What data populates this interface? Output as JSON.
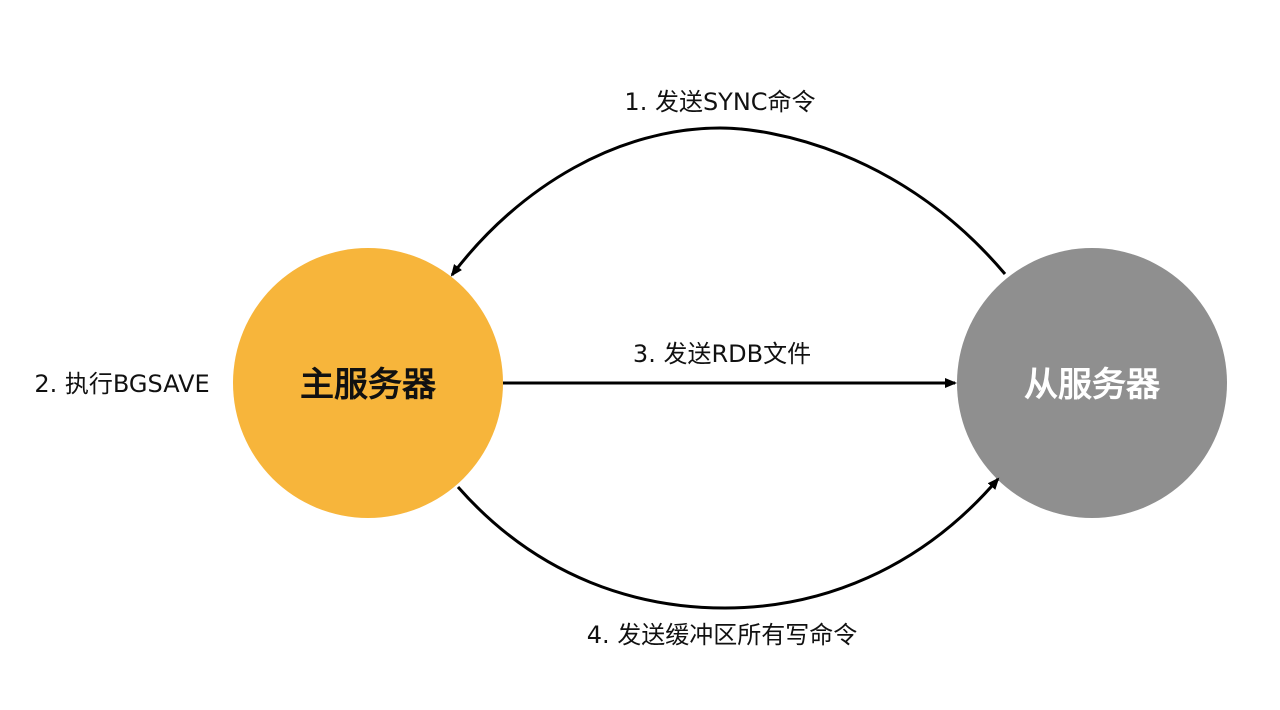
{
  "colors": {
    "master_fill": "#F7B53B",
    "slave_fill": "#8F8F8F",
    "master_text": "#111111",
    "slave_text": "#FFFFFF",
    "arrow": "#000000"
  },
  "nodes": {
    "master": {
      "label": "主服务器"
    },
    "slave": {
      "label": "从服务器"
    }
  },
  "edges": {
    "sync": {
      "label": "1. 发送SYNC命令"
    },
    "bgsave": {
      "label": "2. 执行BGSAVE"
    },
    "rdb": {
      "label": "3. 发送RDB文件"
    },
    "buffer": {
      "label": "4. 发送缓冲区所有写命令"
    }
  }
}
